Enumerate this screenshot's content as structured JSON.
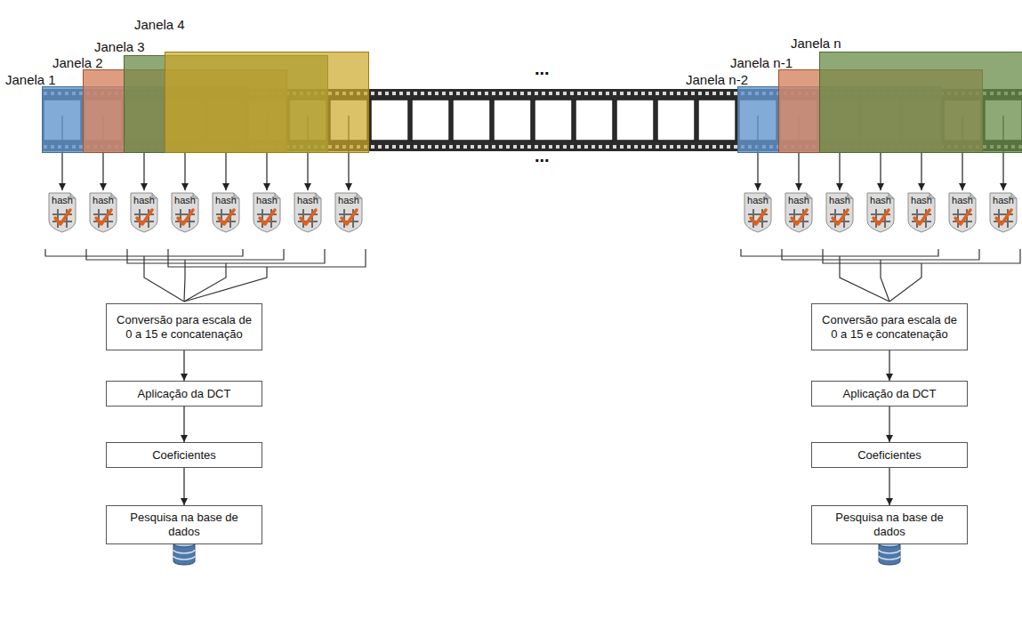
{
  "diagram": {
    "nodes": [
      {
        "text": [
          "Janela 1"
        ]
      },
      {
        "text": [
          "Janela 2"
        ]
      },
      {
        "text": [
          "Janela 3"
        ]
      },
      {
        "text": [
          "Janela 4"
        ]
      },
      {
        "text": [
          "Janela n-2"
        ]
      },
      {
        "text": [
          "Janela n-1"
        ]
      },
      {
        "text": [
          "Janela n"
        ]
      },
      {
        "text": [
          "Conversão para escala de 0 a 15 e concatenação"
        ]
      },
      {
        "text": [
          "Aplicação da DCT"
        ]
      },
      {
        "text": [
          "Coeficientes"
        ]
      },
      {
        "text": [
          "Pesquisa na base de dados"
        ]
      },
      {
        "text": [
          "Conversão para escala de 0 a 15 e concatenação"
        ]
      },
      {
        "text": [
          "Aplicação da DCT"
        ]
      },
      {
        "text": [
          "Coeficientes"
        ]
      },
      {
        "text": [
          "Pesquisa na base de dados"
        ]
      }
    ],
    "edges": [
      {
        "from": 7,
        "to": 8,
        "arrow": "to"
      },
      {
        "from": 8,
        "to": 9,
        "arrow": "to"
      },
      {
        "from": 9,
        "to": 10,
        "arrow": "to"
      },
      {
        "from": 11,
        "to": 12,
        "arrow": "to"
      },
      {
        "from": 12,
        "to": 13,
        "arrow": "to"
      },
      {
        "from": 13,
        "to": 14,
        "arrow": "to"
      }
    ],
    "labels": [
      "...",
      "...",
      "hash",
      "hash",
      "hash",
      "hash",
      "hash",
      "hash",
      "hash",
      "hash",
      "hash",
      "hash",
      "hash",
      "hash",
      "hash",
      "hash",
      "hash"
    ]
  }
}
